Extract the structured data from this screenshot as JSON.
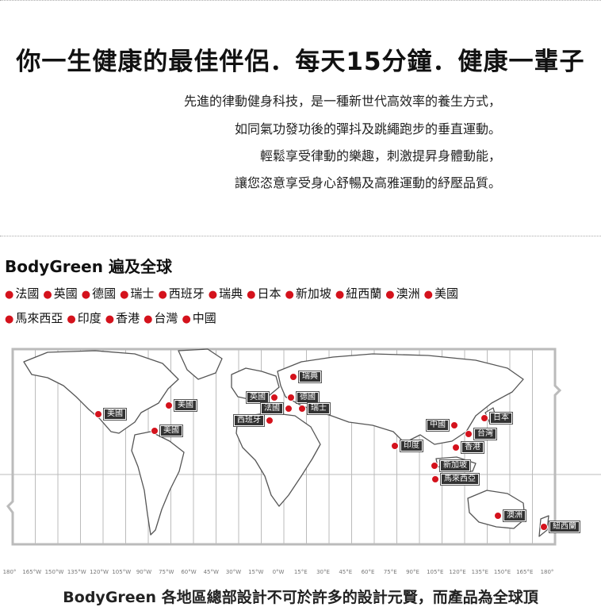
{
  "headline": "你一生健康的最佳伴侶．每天15分鐘．健康一輩子",
  "intro_lines": [
    "先進的律動健身科技，是一種新世代高效率的養生方式，",
    "如同氣功發功後的彈抖及跳繩跑步的垂直運動。",
    "輕鬆享受律動的樂趣，刺激提昇身體動能，",
    "讓您恣意享受身心舒暢及高雅運動的紓壓品質。"
  ],
  "section_title": "BodyGreen 遍及全球",
  "country_rows": [
    [
      "法國",
      "英國",
      "德國",
      "瑞士",
      "西班牙",
      "瑞典",
      "日本",
      "新加坡",
      "紐西蘭",
      "澳洲",
      "美國"
    ],
    [
      "馬來西亞",
      "印度",
      "香港",
      "台灣",
      "中國"
    ]
  ],
  "map_markers": [
    {
      "label": "瑞典"
    },
    {
      "label": "英國"
    },
    {
      "label": "德國"
    },
    {
      "label": "法國"
    },
    {
      "label": "瑞士"
    },
    {
      "label": "西班牙"
    },
    {
      "label": "美國"
    },
    {
      "label": "美國"
    },
    {
      "label": "美國"
    },
    {
      "label": "中國"
    },
    {
      "label": "日本"
    },
    {
      "label": "台灣"
    },
    {
      "label": "香港"
    },
    {
      "label": "印度"
    },
    {
      "label": "新加坡"
    },
    {
      "label": "馬來西亞"
    },
    {
      "label": "澳洲"
    },
    {
      "label": "紐西蘭"
    }
  ],
  "longitude_ticks": [
    "180°",
    "165°W",
    "150°W",
    "135°W",
    "120°W",
    "105°W",
    "90°W",
    "75°W",
    "60°W",
    "45°W",
    "30°W",
    "15°W",
    "0°W",
    "15°E",
    "30°E",
    "45°E",
    "60°E",
    "75°E",
    "90°E",
    "105°E",
    "120°E",
    "135°E",
    "150°E",
    "165°E",
    "180°"
  ],
  "bottom_text": "BodyGreen 各地區總部設計不可於許多的設計元賢，而產品為全球頂"
}
